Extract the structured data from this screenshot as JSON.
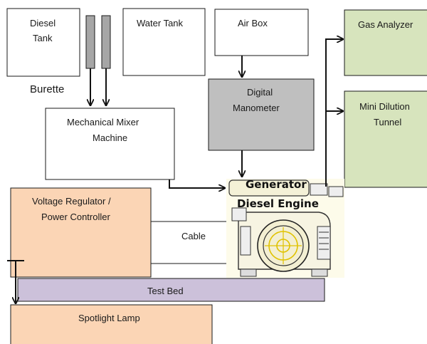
{
  "labels": {
    "diesel_tank": [
      "Diesel",
      "Tank"
    ],
    "water_tank": "Water Tank",
    "air_box": "Air Box",
    "gas_analyzer": "Gas Analyzer",
    "burette": "Burette",
    "digital_manometer": [
      "Digital",
      "Manometer"
    ],
    "mini_dilution_tunnel": [
      "Mini Dilution",
      "Tunnel"
    ],
    "mechanical_mixer": [
      "Mechanical Mixer",
      "Machine"
    ],
    "voltage_regulator": [
      "Voltage Regulator /",
      "Power Controller"
    ],
    "generator": "Generator",
    "diesel_engine": "Diesel Engine",
    "cable": "Cable",
    "test_bed": "Test Bed",
    "spotlight_lamp": "Spotlight Lamp"
  },
  "colors": {
    "green_fill": "#d7e4bd",
    "orange_fill": "#fbd5b5",
    "purple_fill": "#ccc1da",
    "grey_fill": "#bfbfbf",
    "burette_fill": "#a6a6a6"
  },
  "icons": {
    "engine": "diesel-engine-illustration-icon"
  }
}
